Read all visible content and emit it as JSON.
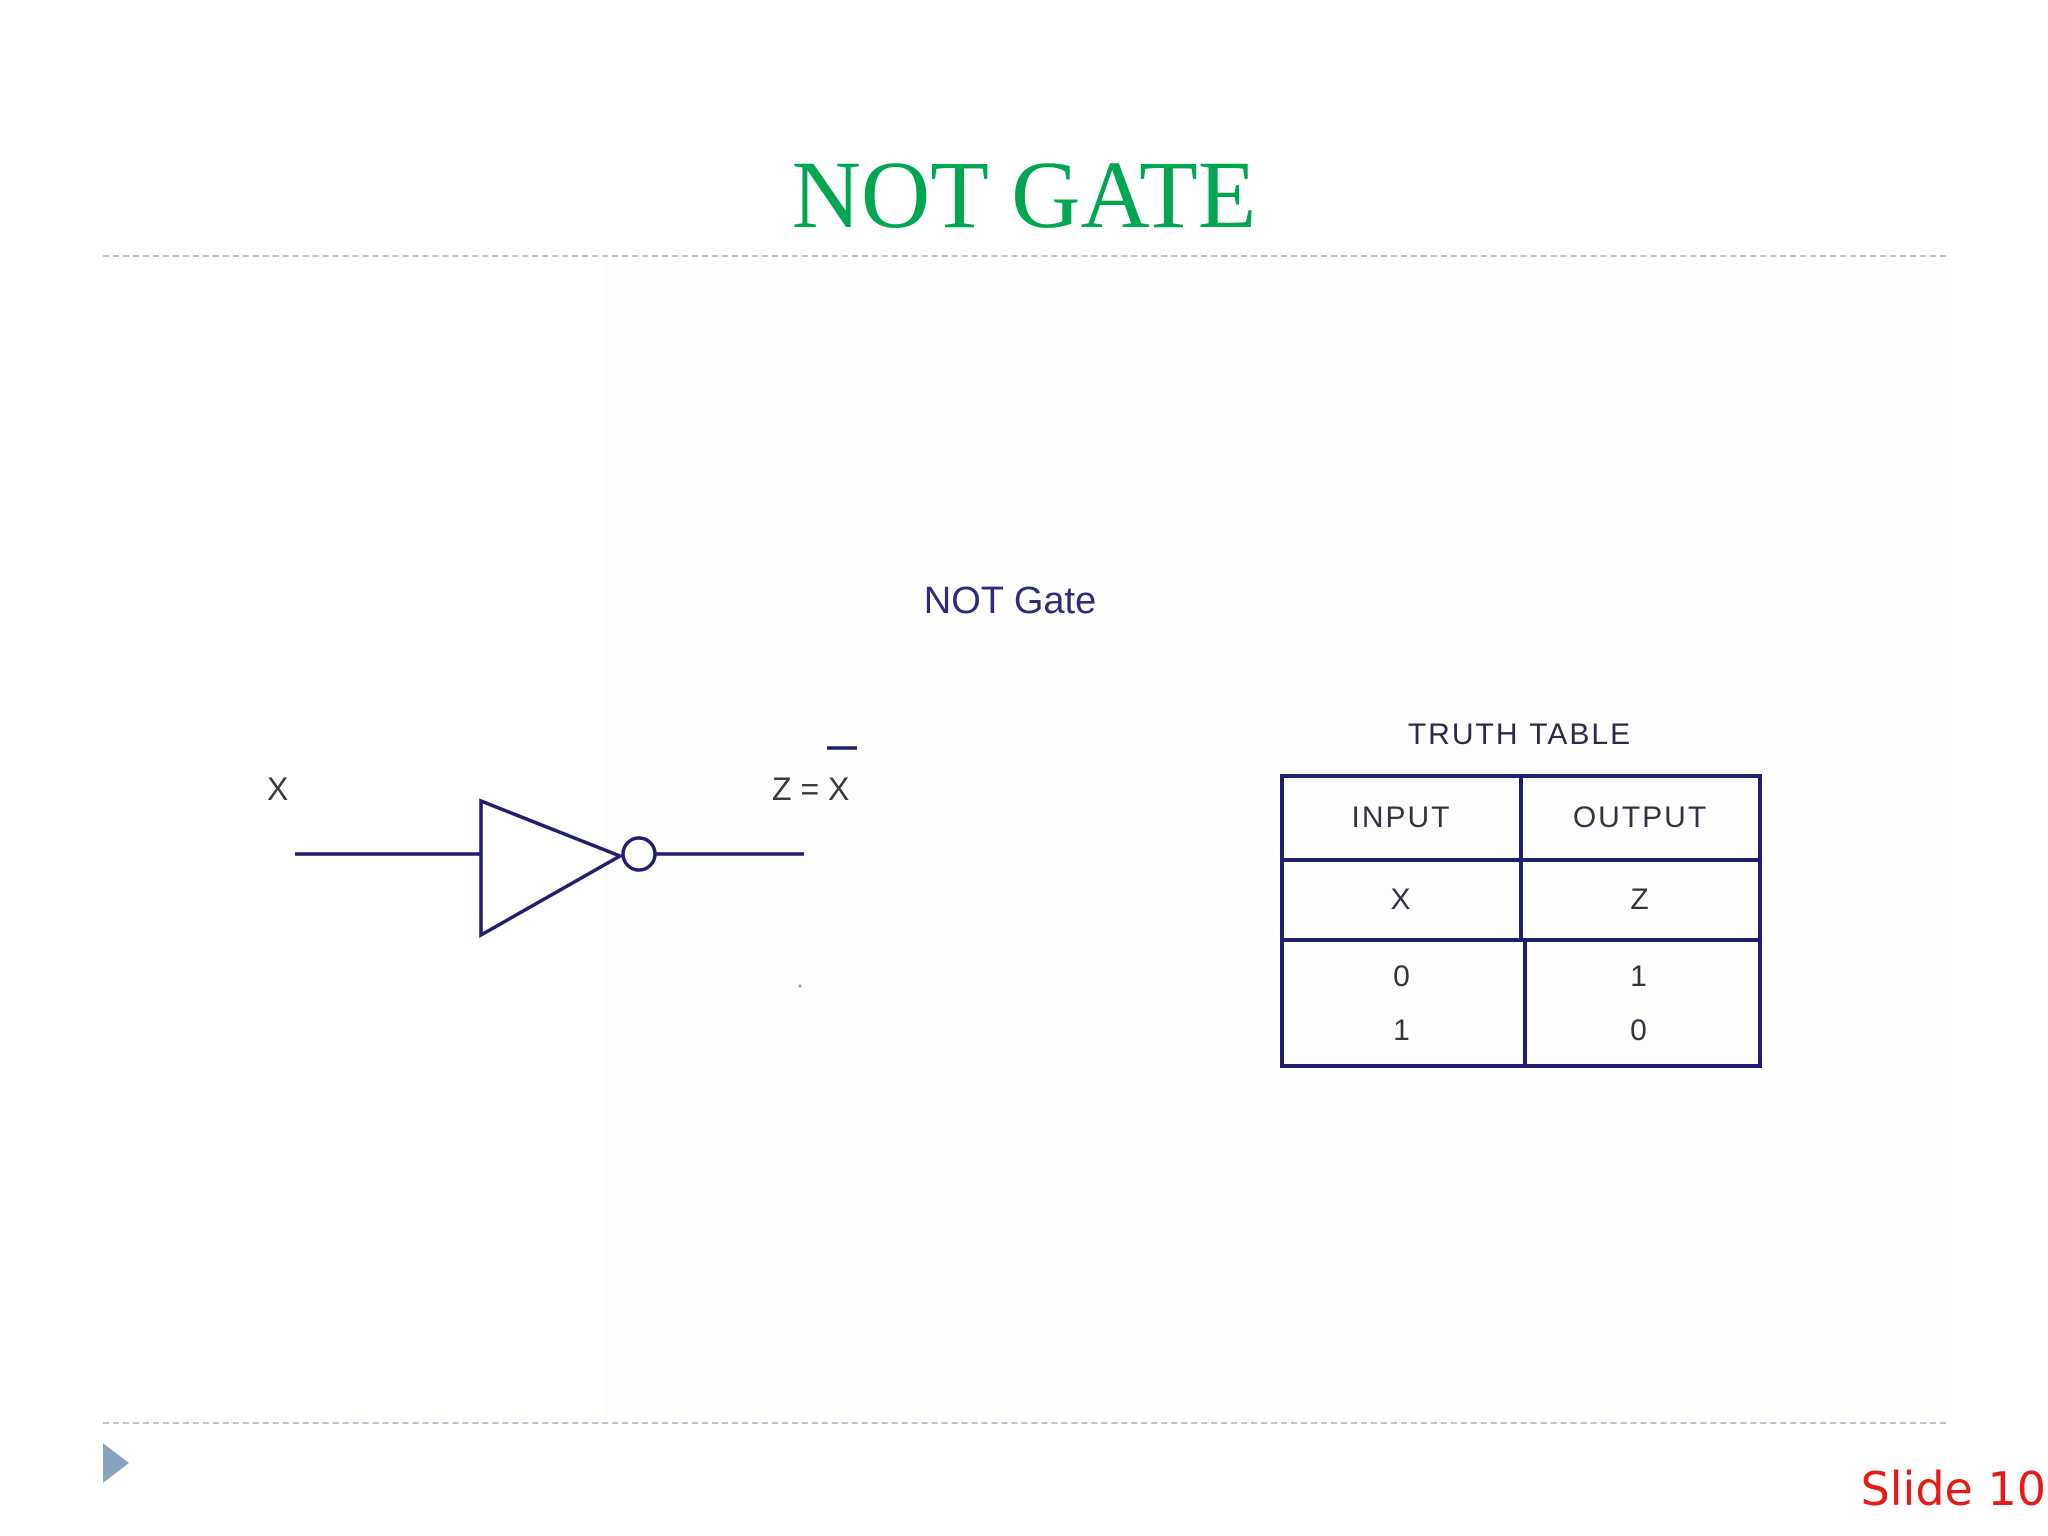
{
  "slide": {
    "title": "NOT GATE",
    "footer": "Slide 10"
  },
  "diagram": {
    "title": "NOT Gate",
    "input_label": "X",
    "output_label_prefix": "Z = ",
    "output_label_var": "X"
  },
  "truth_table": {
    "caption": "TRUTH TABLE",
    "headers": [
      "INPUT",
      "OUTPUT"
    ],
    "subheaders": [
      "X",
      "Z"
    ],
    "rows": [
      [
        "0",
        "1"
      ],
      [
        "1",
        "0"
      ]
    ]
  },
  "colors": {
    "title": "#00a651",
    "line": "#1f1f6e",
    "footer": "#e41b17",
    "bullet": "#8aa2bf"
  },
  "icons": {
    "bullet": "triangle-bullet-icon",
    "gate": "not-gate-symbol"
  }
}
